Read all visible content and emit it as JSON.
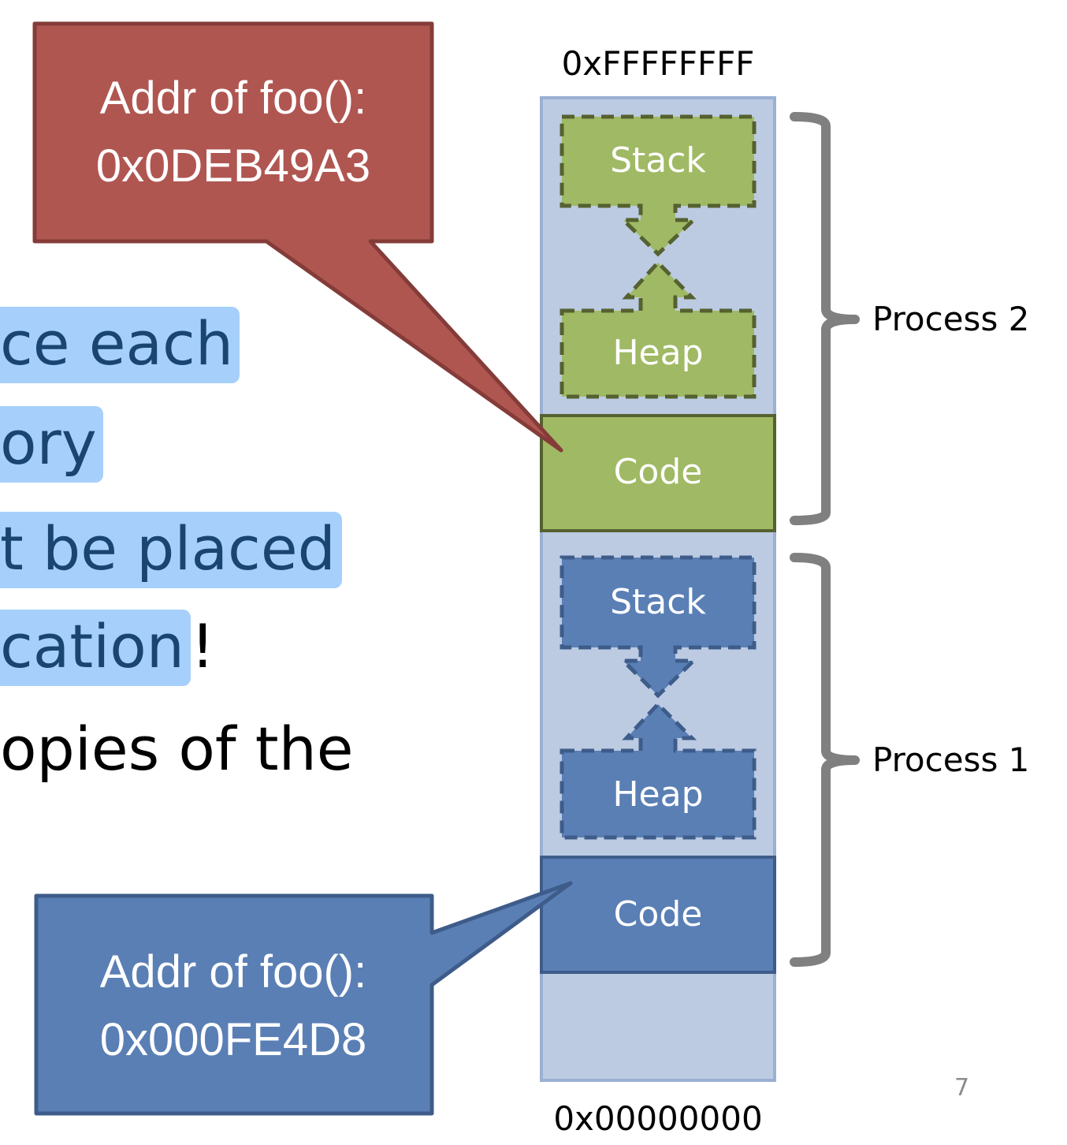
{
  "slide": {
    "page_number": "7",
    "body_lines": [
      {
        "highlighted": "ce each",
        "rest": ""
      },
      {
        "highlighted": "ory",
        "rest": ""
      },
      {
        "highlighted": "t be placed",
        "rest": ""
      },
      {
        "highlighted": "cation",
        "rest": "!"
      },
      {
        "highlighted": "",
        "rest": "opies of the"
      }
    ]
  },
  "callouts": {
    "process2": {
      "line1": "Addr of foo():",
      "line2": "0x0DEB49A3",
      "color": "#b05651",
      "border": "#843c39"
    },
    "process1": {
      "line1": "Addr of foo():",
      "line2": "0x000FE4D8",
      "color": "#5a7fb5",
      "border": "#3e5c8a"
    }
  },
  "memory": {
    "top_address": "0xFFFFFFFF",
    "bottom_address": "0x00000000",
    "background": "#bccbe2",
    "processes": [
      {
        "name": "Process 2",
        "segments": [
          "Stack",
          "Heap",
          "Code"
        ],
        "fill": "#a0b964",
        "stroke": "#556130"
      },
      {
        "name": "Process 1",
        "segments": [
          "Stack",
          "Heap",
          "Code"
        ],
        "fill": "#5a7fb5",
        "stroke": "#3e5c8a"
      }
    ]
  }
}
